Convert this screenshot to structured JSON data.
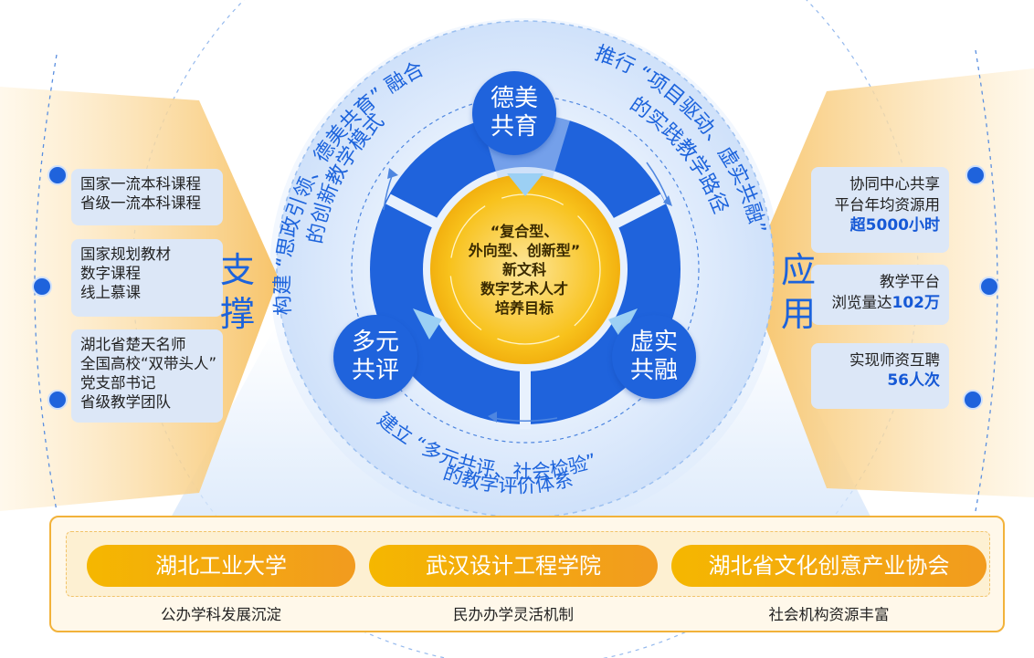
{
  "support": {
    "title_chars": [
      "支",
      "撑"
    ],
    "groups": [
      {
        "lines": [
          "国家一流本科课程",
          "省级一流本科课程"
        ]
      },
      {
        "lines": [
          "国家规划教材",
          "数字课程",
          "线上慕课"
        ]
      },
      {
        "lines": [
          "湖北省楚天名师",
          "全国高校“双带头人”",
          "党支部书记",
          "省级教学团队"
        ]
      }
    ]
  },
  "application": {
    "title_chars": [
      "应",
      "用"
    ],
    "groups": [
      {
        "lines": [
          "协同中心共享",
          "平台年均资源用"
        ],
        "highlight": "超5000小时"
      },
      {
        "lines": [
          "教学平台"
        ],
        "inline_prefix": "浏览量达",
        "highlight": "102万"
      },
      {
        "lines": [
          "实现师资互聘"
        ],
        "highlight": "56人次"
      }
    ]
  },
  "nodes": {
    "top": [
      "德美",
      "共育"
    ],
    "left": [
      "多元",
      "共评"
    ],
    "right": [
      "虚实",
      "共融"
    ]
  },
  "center": {
    "lines": [
      "“复合型、",
      "外向型、创新型”",
      "新文科",
      "数字艺术人才",
      "培养目标"
    ]
  },
  "arc_texts": {
    "left_outer": "构建 “思政引领、德美共育” 融合",
    "left_inner": "的创新教学模式",
    "right_outer": "推行 “项目驱动、虚实共融”",
    "right_inner": "的实践教学路径",
    "bottom_outer": "建立 “多元共评、社会检验”",
    "bottom_inner": "的教学评价体系"
  },
  "partners": [
    {
      "name": "湖北工业大学",
      "caption": "公办学科发展沉淀"
    },
    {
      "name": "武汉设计工程学院",
      "caption": "民办办学灵活机制"
    },
    {
      "name": "湖北省文化创意产业协会",
      "caption": "社会机构资源丰富"
    }
  ],
  "colors": {
    "primary_blue": "#1f63dc",
    "light_blue": "#dce7f7",
    "orange": "#f5a623",
    "gold_center": "#f8c21c"
  }
}
